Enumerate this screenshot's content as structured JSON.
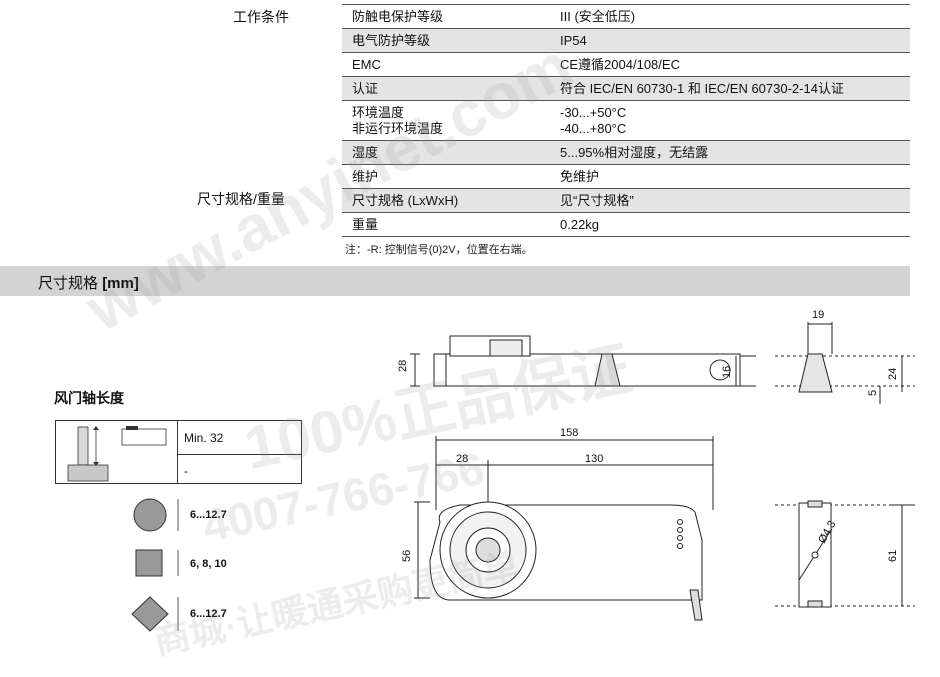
{
  "sections": {
    "conditions": "工作条件",
    "dims_weight": "尺寸规格/重量"
  },
  "spec_rows": [
    {
      "k": "防触电保护等级",
      "v": "III (安全低压)"
    },
    {
      "k": "电气防护等级",
      "v": "IP54"
    },
    {
      "k": "EMC",
      "v": "CE遵循2004/108/EC"
    },
    {
      "k": "认证",
      "v": "符合 IEC/EN 60730-1 和 IEC/EN 60730-2-14认证"
    },
    {
      "k": "环境温度",
      "k2": "非运行环境温度",
      "v": "-30...+50°C",
      "v2": "-40...+80°C"
    },
    {
      "k": "湿度",
      "v": "5...95%相对湿度，无结露"
    },
    {
      "k": "维护",
      "v": "免维护"
    },
    {
      "k": "尺寸规格 (LxWxH)",
      "v": "见“尺寸规格”"
    },
    {
      "k": "重量",
      "v": "0.22kg"
    }
  ],
  "note": "注：-R: 控制信号(0)2V，位置在右端。",
  "band": {
    "title": "尺寸规格",
    "unit": "[mm]"
  },
  "shaft": {
    "title": "风门轴长度",
    "min_label": "Min. 32",
    "dash": "-",
    "round": "6...12.7",
    "square": "6, 8, 10",
    "diamond": "6...12.7"
  },
  "dims": {
    "d28a": "28",
    "d16": "16",
    "d19": "19",
    "d24": "24",
    "d5": "5",
    "d158": "158",
    "d28b": "28",
    "d130": "130",
    "d56": "56",
    "d61": "61",
    "d43": "Ø4.3"
  },
  "watermark": {
    "site": "www.anyinet.com",
    "brand": "100%正品保证",
    "phone": "4007-766-766",
    "slogan": "商城·让暖通采购更简单"
  }
}
